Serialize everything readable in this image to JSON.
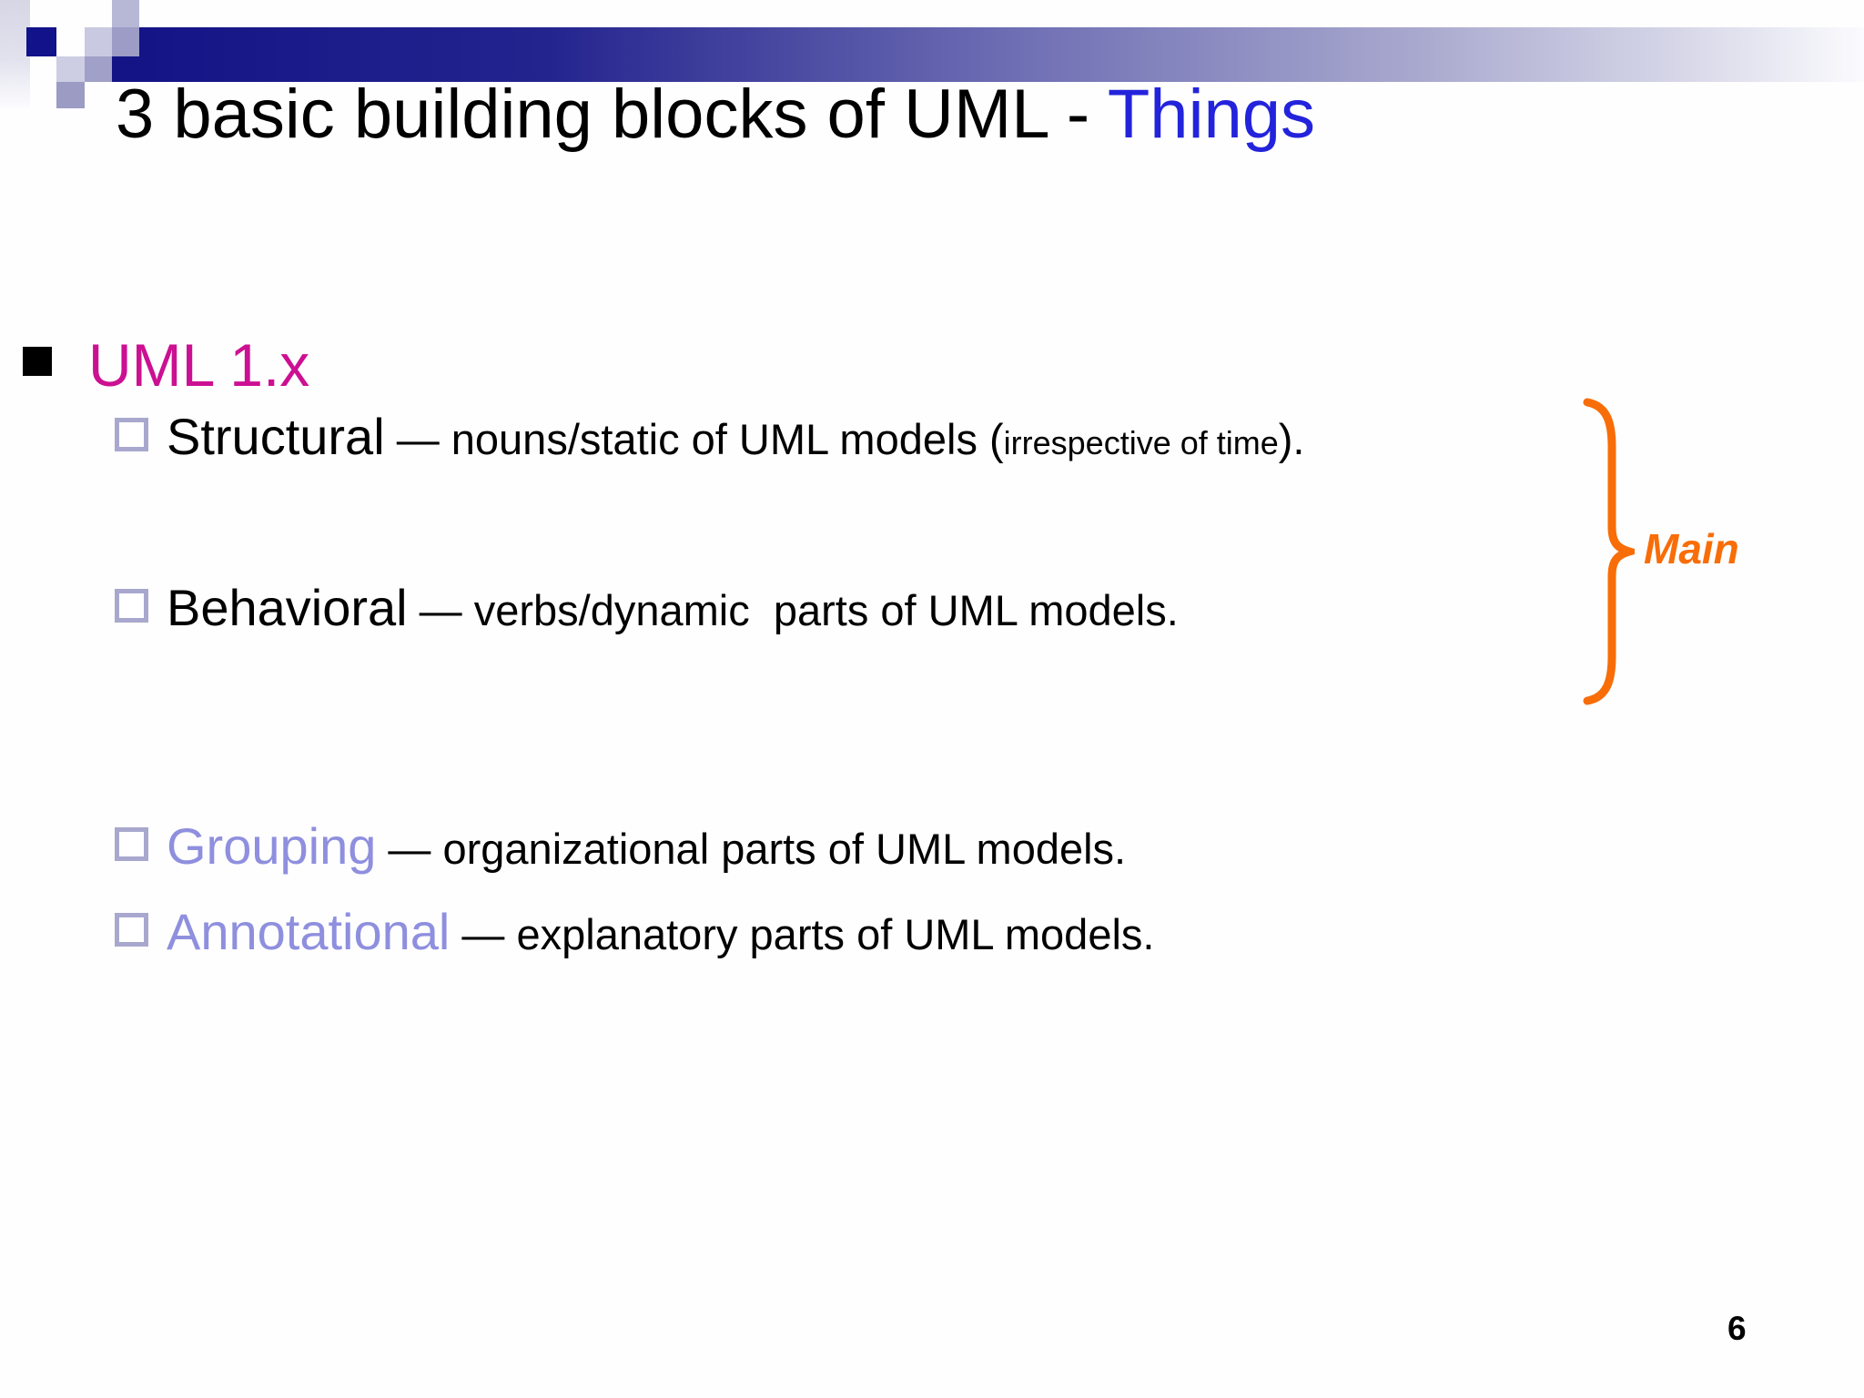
{
  "title": {
    "prefix": "3 basic building blocks of UML - ",
    "highlight": "Things"
  },
  "bullet1": {
    "label": "UML 1.x"
  },
  "items": [
    {
      "head": "Structural",
      "desc": " — nouns/static of UML models (",
      "small": "irrespective of time",
      "desc_end": ")."
    },
    {
      "head": "Behavioral",
      "desc": " — verbs/dynamic  parts of UML models."
    },
    {
      "head": "Grouping",
      "desc": " — organizational parts of UML models."
    },
    {
      "head": "Annotational",
      "desc": " — explanatory parts of UML models."
    }
  ],
  "annotation": {
    "label": "Main"
  },
  "page_number": "6",
  "colors": {
    "title_highlight": "#2323dc",
    "level1_text": "#cc1092",
    "muted_subhead": "#8f8fdf",
    "bullet_square_border": "#a8a8ce",
    "annotation_orange": "#f86d07",
    "banner_navy": "#131386"
  }
}
